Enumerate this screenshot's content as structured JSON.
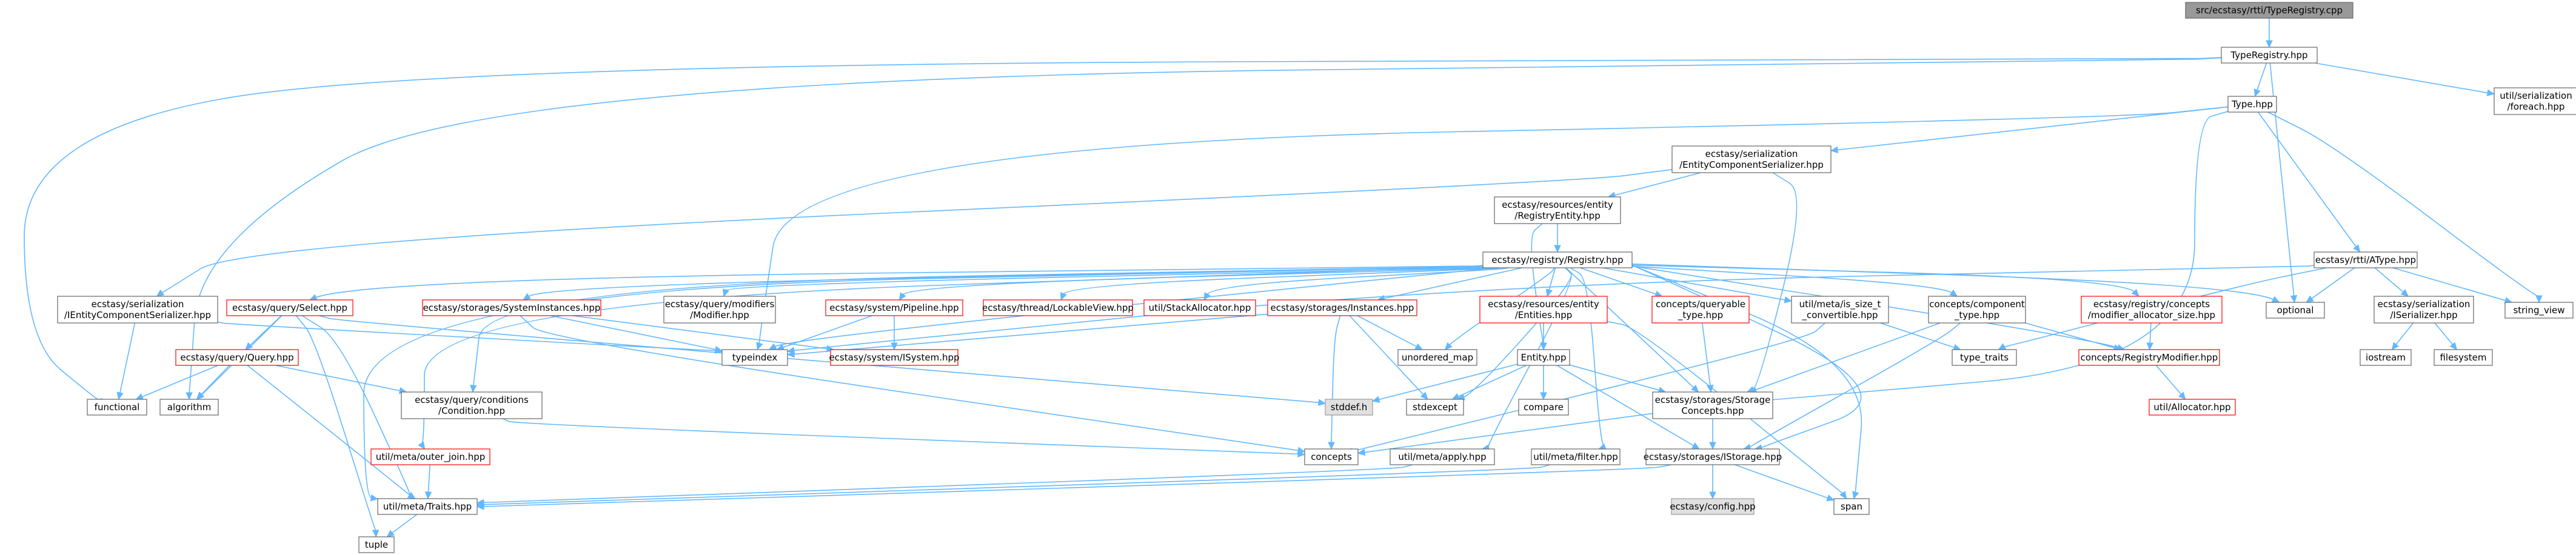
{
  "colors": {
    "edge": "#63b8ff",
    "node_border_normal": "#666666",
    "node_border_missing": "#ff0000",
    "node_fill": "#ffffff",
    "root_fill": "#999999",
    "system_fill": "#e0e0e0",
    "text": "#000000"
  },
  "nodes": [
    {
      "id": "root",
      "label": [
        "src/ecstasy/rtti/TypeRegistry.cpp"
      ],
      "style": "root"
    },
    {
      "id": "treg",
      "label": [
        "TypeRegistry.hpp"
      ],
      "style": "normal"
    },
    {
      "id": "foreach",
      "label": [
        "util/serialization",
        "/foreach.hpp"
      ],
      "style": "normal"
    },
    {
      "id": "type",
      "label": [
        "Type.hpp"
      ],
      "style": "normal"
    },
    {
      "id": "ecs_ser",
      "label": [
        "ecstasy/serialization",
        "/EntityComponentSerializer.hpp"
      ],
      "style": "normal"
    },
    {
      "id": "reg_ent",
      "label": [
        "ecstasy/resources/entity",
        "/RegistryEntity.hpp"
      ],
      "style": "normal"
    },
    {
      "id": "registry",
      "label": [
        "ecstasy/registry/Registry.hpp"
      ],
      "style": "normal"
    },
    {
      "id": "atype",
      "label": [
        "ecstasy/rtti/AType.hpp"
      ],
      "style": "normal"
    },
    {
      "id": "iecs",
      "label": [
        "ecstasy/serialization",
        "/IEntityComponentSerializer.hpp"
      ],
      "style": "normal"
    },
    {
      "id": "select",
      "label": [
        "ecstasy/query/Select.hpp"
      ],
      "style": "missing"
    },
    {
      "id": "sysinst",
      "label": [
        "ecstasy/storages/SystemInstances.hpp"
      ],
      "style": "missing"
    },
    {
      "id": "modifier",
      "label": [
        "ecstasy/query/modifiers",
        "/Modifier.hpp"
      ],
      "style": "normal"
    },
    {
      "id": "pipeline",
      "label": [
        "ecstasy/system/Pipeline.hpp"
      ],
      "style": "missing"
    },
    {
      "id": "lockable",
      "label": [
        "ecstasy/thread/LockableView.hpp"
      ],
      "style": "missing"
    },
    {
      "id": "stackalloc",
      "label": [
        "util/StackAllocator.hpp"
      ],
      "style": "missing"
    },
    {
      "id": "instances",
      "label": [
        "ecstasy/storages/Instances.hpp"
      ],
      "style": "missing"
    },
    {
      "id": "entities",
      "label": [
        "ecstasy/resources/entity",
        "/Entities.hpp"
      ],
      "style": "missing"
    },
    {
      "id": "queryable",
      "label": [
        "concepts/queryable",
        "_type.hpp"
      ],
      "style": "missing"
    },
    {
      "id": "is_size",
      "label": [
        "util/meta/is_size_t",
        "_convertible.hpp"
      ],
      "style": "normal"
    },
    {
      "id": "comptype",
      "label": [
        "concepts/component",
        "_type.hpp"
      ],
      "style": "normal"
    },
    {
      "id": "modalloc",
      "label": [
        "ecstasy/registry/concepts",
        "/modifier_allocator_size.hpp"
      ],
      "style": "missing"
    },
    {
      "id": "optional",
      "label": [
        "optional"
      ],
      "style": "normal"
    },
    {
      "id": "iser",
      "label": [
        "ecstasy/serialization",
        "/ISerializer.hpp"
      ],
      "style": "normal"
    },
    {
      "id": "string_view",
      "label": [
        "string_view"
      ],
      "style": "normal"
    },
    {
      "id": "query",
      "label": [
        "ecstasy/query/Query.hpp"
      ],
      "style": "missing"
    },
    {
      "id": "typeindex",
      "label": [
        "typeindex"
      ],
      "style": "normal"
    },
    {
      "id": "isystem",
      "label": [
        "ecstasy/system/ISystem.hpp"
      ],
      "style": "missing"
    },
    {
      "id": "unordered_map",
      "label": [
        "unordered_map"
      ],
      "style": "normal"
    },
    {
      "id": "entity",
      "label": [
        "Entity.hpp"
      ],
      "style": "normal"
    },
    {
      "id": "regmod",
      "label": [
        "concepts/RegistryModifier.hpp"
      ],
      "style": "missing"
    },
    {
      "id": "type_traits",
      "label": [
        "type_traits"
      ],
      "style": "normal"
    },
    {
      "id": "iostream",
      "label": [
        "iostream"
      ],
      "style": "normal"
    },
    {
      "id": "filesystem",
      "label": [
        "filesystem"
      ],
      "style": "normal"
    },
    {
      "id": "functional",
      "label": [
        "functional"
      ],
      "style": "normal"
    },
    {
      "id": "algorithm",
      "label": [
        "algorithm"
      ],
      "style": "normal"
    },
    {
      "id": "condition",
      "label": [
        "ecstasy/query/conditions",
        "/Condition.hpp"
      ],
      "style": "normal"
    },
    {
      "id": "stddef",
      "label": [
        "stddef.h"
      ],
      "style": "system"
    },
    {
      "id": "stdexcept",
      "label": [
        "stdexcept"
      ],
      "style": "normal"
    },
    {
      "id": "compare",
      "label": [
        "compare"
      ],
      "style": "normal"
    },
    {
      "id": "storconc",
      "label": [
        "ecstasy/storages/Storage",
        "Concepts.hpp"
      ],
      "style": "normal"
    },
    {
      "id": "allocator",
      "label": [
        "util/Allocator.hpp"
      ],
      "style": "missing"
    },
    {
      "id": "outer_join",
      "label": [
        "util/meta/outer_join.hpp"
      ],
      "style": "missing"
    },
    {
      "id": "concepts",
      "label": [
        "concepts"
      ],
      "style": "normal"
    },
    {
      "id": "apply",
      "label": [
        "util/meta/apply.hpp"
      ],
      "style": "normal"
    },
    {
      "id": "filter",
      "label": [
        "util/meta/filter.hpp"
      ],
      "style": "normal"
    },
    {
      "id": "istorage",
      "label": [
        "ecstasy/storages/IStorage.hpp"
      ],
      "style": "normal"
    },
    {
      "id": "traits",
      "label": [
        "util/meta/Traits.hpp"
      ],
      "style": "normal"
    },
    {
      "id": "config",
      "label": [
        "ecstasy/config.hpp"
      ],
      "style": "system"
    },
    {
      "id": "span",
      "label": [
        "span"
      ],
      "style": "normal"
    },
    {
      "id": "tuple",
      "label": [
        "tuple"
      ],
      "style": "normal"
    }
  ]
}
